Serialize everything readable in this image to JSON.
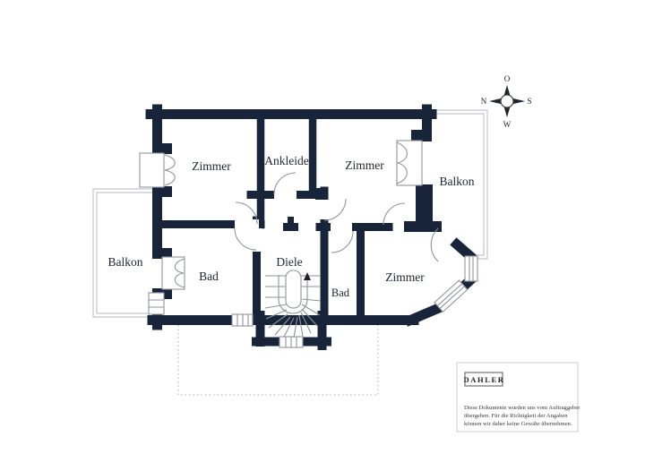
{
  "floorplan": {
    "rooms": {
      "zimmer_top_left": "Zimmer",
      "ankleide": "Ankleide",
      "zimmer_top_right": "Zimmer",
      "balkon_right": "Balkon",
      "balkon_left": "Balkon",
      "bad_left": "Bad",
      "diele": "Diele",
      "bad_small": "Bad",
      "zimmer_bottom_right": "Zimmer"
    },
    "compass": {
      "north": "N",
      "east": "O",
      "south": "S",
      "west": "W"
    },
    "colors": {
      "wall": "#18243A",
      "door_line": "#8f939b",
      "balcony_line": "#c3c5c9",
      "text": "#1d2531"
    }
  },
  "legend": {
    "brand": "DAHLER",
    "disclaimer_lines": [
      "Diese Dokumente wurden uns vom Auftraggeber",
      "übergeben. Für die Richtigkeit der Angaben",
      "können wir daher keine Gewähr übernehmen."
    ]
  }
}
